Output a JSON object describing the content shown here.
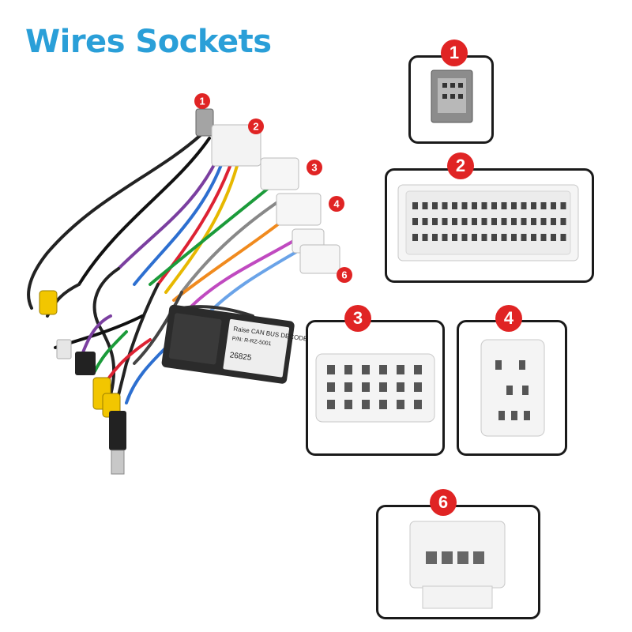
{
  "title": "Wires Sockets",
  "accent_color": "#2a9fd8",
  "badge_color": "#e02424",
  "harness_badges": [
    "1",
    "2",
    "3",
    "4",
    "6"
  ],
  "panels": [
    {
      "id": "1",
      "badge": "1"
    },
    {
      "id": "2",
      "badge": "2"
    },
    {
      "id": "3",
      "badge": "3"
    },
    {
      "id": "4",
      "badge": "4"
    },
    {
      "id": "6",
      "badge": "6"
    }
  ],
  "decoder_label": {
    "line1": "Raise CAN BUS DECODER",
    "line2": "P/N: R-RZ-5001",
    "line3": "26825"
  }
}
